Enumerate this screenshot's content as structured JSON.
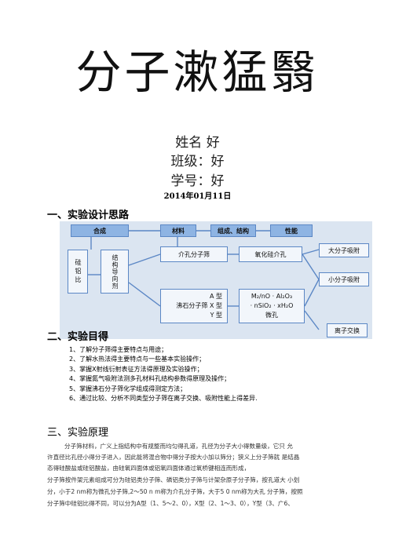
{
  "title": "分子漱猛翳",
  "student": {
    "name": "姓名  好",
    "class": "班级：好",
    "id": "学号：好"
  },
  "date": "2014年01月11日",
  "section1": "一、实验设计思路",
  "diagram": {
    "header": [
      "合成",
      "材料",
      "组成、结构",
      "性能"
    ],
    "method_chars": "硅铝比",
    "template_chars": "结构导向剂",
    "mesoporous": "介孔分子筛",
    "silica": "氧化硅介孔",
    "zeolite": "A 型\n沸石分子筛 X 型\nY 型",
    "zeolite_a": "A 型",
    "zeolite_label": "沸石分子筛 X 型",
    "zeolite_y": "Y 型",
    "formula": "M₂/nO · Al₂O₃\n· nSiO₂ · xH₂O\n微孔",
    "formula_l1": "M₂/nO · Al₂O₃",
    "formula_l2": "· nSiO₂ · xH₂O",
    "formula_l3": "微孔",
    "large_adsorb": "大分子吸附",
    "small_adsorb": "小分子吸附",
    "ion_exchange": "离子交换"
  },
  "section2": "二、实验目得",
  "objectives": [
    "1、了解分子筛得主要特点与用途；",
    "2、了解水热法得主要特点与一些基本实验操作；",
    "3、掌握X射线衍射表征方法得原理及实验操作；",
    "4、掌握氮气吸附法测多孔材料孔结构参数得原理及操作；",
    "5、掌握沸石分子筛化学组成得测定方法；",
    "6、通过比较、分析不同类型分子筛在离子交换、吸附性能上得差异."
  ],
  "section3": "三、实验原理",
  "paragraphs": [
    "分子筛材料，广义上指结构中有规整而均匀得孔道，孔径为分子大小得数量级，它只 允",
    "许直径比孔径小得分子进入，因此能将混合物中得分子按大小加以筛分；狭义上分子筛就 是结晶",
    "态得硅酸盐或硅铝酸盐，由硅氧四面体或铝氧四面体通过氧桥键相连而形成，",
    "分子筛按件架元素组成可分为硅铝类分子筛、磷铝类分子筛与计架杂原子分子筛，按孔道大 小划",
    "分，小于2 nm称为微孔分子筛,2～50 n m称为介孔分子筛，大于5 0 nm称为大孔 分子筛，按照",
    "分子筛中硅铝比得不同，可以分为A型（1、5～2、0），X型（2、1～3、0），Y型（3、广6、"
  ]
}
